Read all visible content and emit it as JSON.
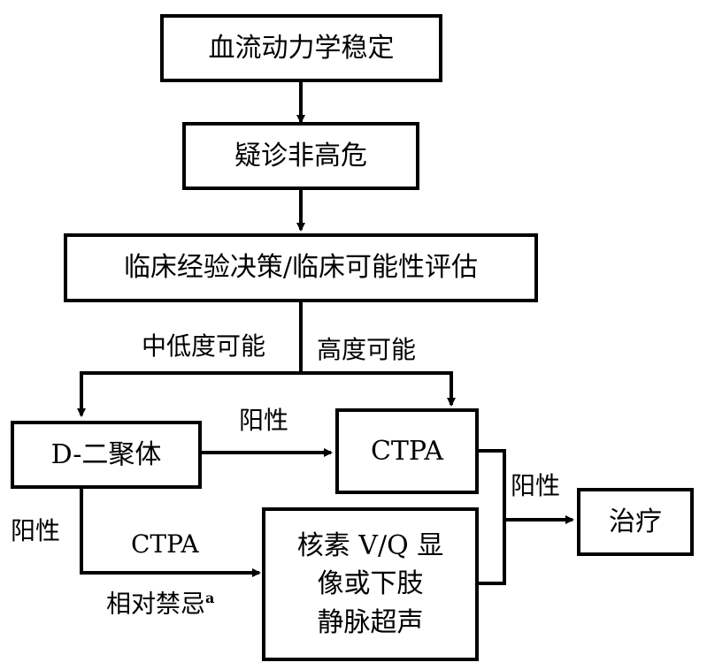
{
  "nodes": {
    "stable": "血流动力学稳定",
    "suspect": "疑诊非高危",
    "assess": "临床经验决策/临床可能性评估",
    "dimer": "D-二聚体",
    "ctpa": "CTPA",
    "alt": "核素 V/Q 显\n像或下肢\n静脉超声",
    "treat": "治疗"
  },
  "edges": {
    "low_mid": "中低度可能",
    "high": "高度可能",
    "dimer_pos": "阳性",
    "dimer_pos_left": "阳性",
    "ctpa_contra_1": "CTPA",
    "ctpa_contra_2": "相对禁忌",
    "ctpa_contra_sup": "a",
    "to_treat": "阳性"
  }
}
